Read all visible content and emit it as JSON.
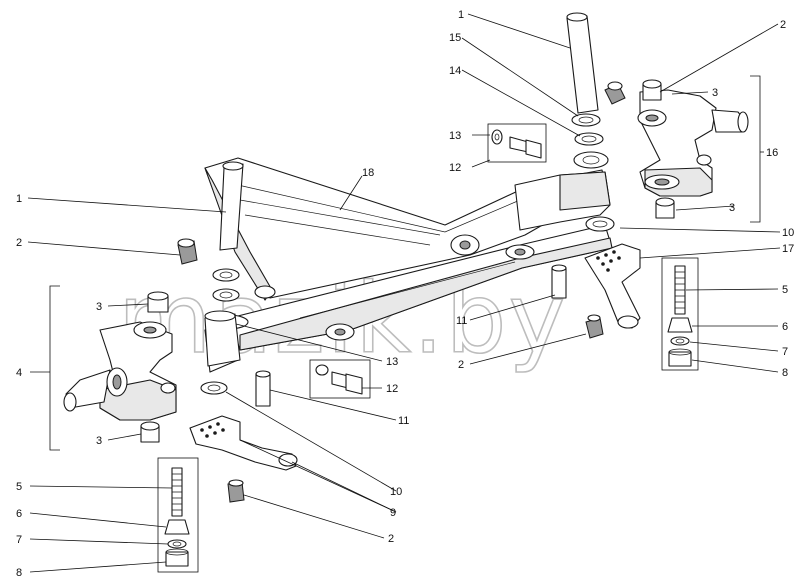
{
  "watermark": "mazik.by",
  "corner_note": "",
  "callouts": {
    "right": [
      {
        "id": "r1",
        "text": "1"
      },
      {
        "id": "r2",
        "text": "2"
      },
      {
        "id": "r3a",
        "text": "3"
      },
      {
        "id": "r15",
        "text": "15"
      },
      {
        "id": "r14",
        "text": "14"
      },
      {
        "id": "r13",
        "text": "13"
      },
      {
        "id": "r12",
        "text": "12"
      },
      {
        "id": "r16",
        "text": "16"
      },
      {
        "id": "r3b",
        "text": "3"
      },
      {
        "id": "r10",
        "text": "10"
      },
      {
        "id": "r17",
        "text": "17"
      },
      {
        "id": "r5",
        "text": "5"
      },
      {
        "id": "r6",
        "text": "6"
      },
      {
        "id": "r7",
        "text": "7"
      },
      {
        "id": "r8",
        "text": "8"
      },
      {
        "id": "r11",
        "text": "11"
      },
      {
        "id": "r2b",
        "text": "2"
      }
    ],
    "left": [
      {
        "id": "l18",
        "text": "18"
      },
      {
        "id": "l1",
        "text": "1"
      },
      {
        "id": "l2",
        "text": "2"
      },
      {
        "id": "l3a",
        "text": "3"
      },
      {
        "id": "l4",
        "text": "4"
      },
      {
        "id": "l3b",
        "text": "3"
      },
      {
        "id": "l13",
        "text": "13"
      },
      {
        "id": "l12",
        "text": "12"
      },
      {
        "id": "l11",
        "text": "11"
      },
      {
        "id": "l10",
        "text": "10"
      },
      {
        "id": "l9",
        "text": "9"
      },
      {
        "id": "l5",
        "text": "5"
      },
      {
        "id": "l6",
        "text": "6"
      },
      {
        "id": "l7",
        "text": "7"
      },
      {
        "id": "l8",
        "text": "8"
      },
      {
        "id": "l2b",
        "text": "2"
      }
    ]
  }
}
